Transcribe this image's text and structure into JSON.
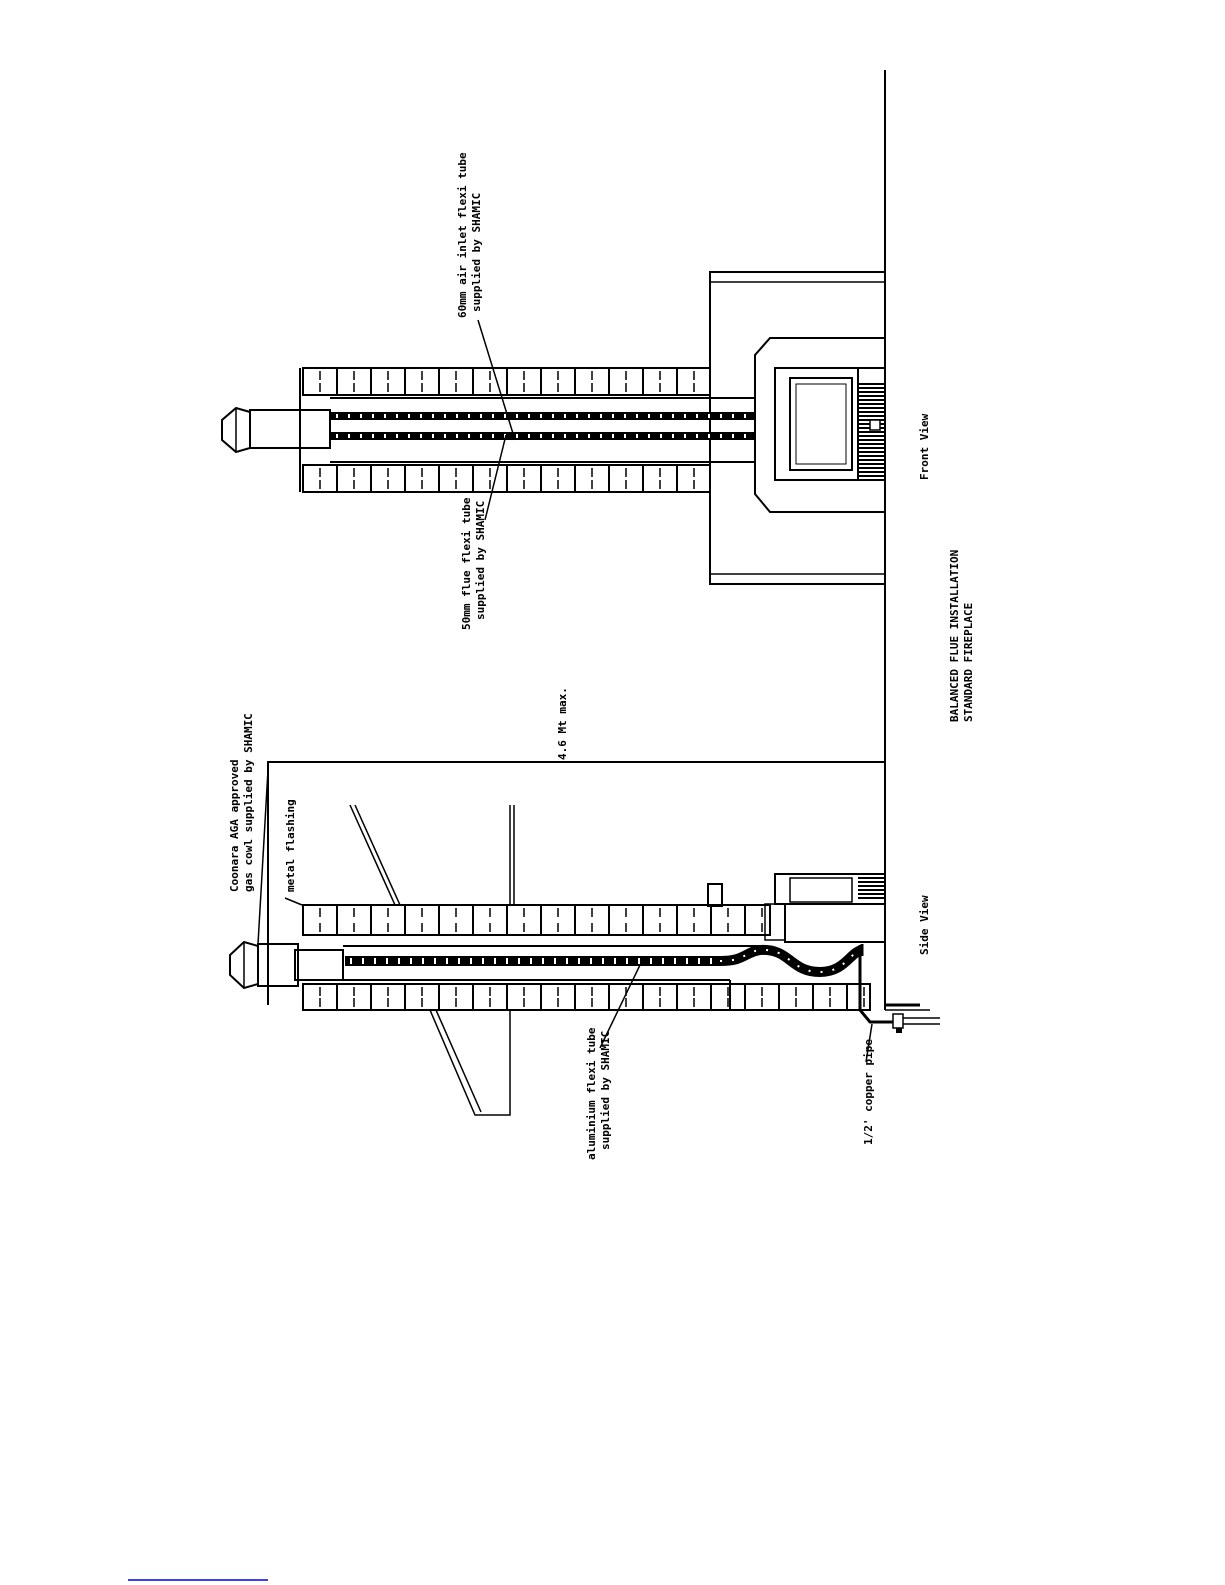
{
  "labels": {
    "cowl_line1": "Coonara AGA approved",
    "cowl_line2": "gas cowl supplied  by  SHAMIC",
    "metal_flashing": "metal flashing",
    "height": "4.6 Mt max.",
    "aluminium_line1": "aluminium flexi tube",
    "aluminium_line2": "supplied by SHAMIC",
    "copper_pipe": "1/2' copper pipe",
    "side_view": "Side View",
    "inlet_line1": "60mm air inlet flexi tube",
    "inlet_line2": "supplied by SHAMIC",
    "flue_line1": "50mm flue flexi tube",
    "flue_line2": "supplied by SHAMIC",
    "front_view": "Front View",
    "title_line1": "BALANCED  FLUE INSTALLATION",
    "title_line2": "STANDARD FIREPLACE"
  },
  "colors": {
    "ink": "#000000",
    "paper": "#ffffff",
    "link": "#0000ee"
  }
}
